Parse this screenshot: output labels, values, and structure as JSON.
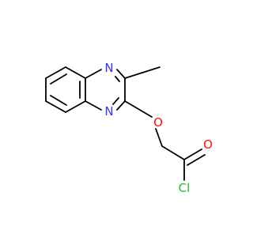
{
  "molecule": {
    "colors": {
      "bond": "#000000",
      "N": "#3333ff",
      "O": "#ff0d0d",
      "Cl": "#1fc01f"
    },
    "atoms": [
      {
        "id": "N1",
        "label": "N"
      },
      {
        "id": "N4",
        "label": "N"
      },
      {
        "id": "O",
        "label": "O"
      },
      {
        "id": "O2",
        "label": "O"
      },
      {
        "id": "Cl",
        "label": "Cl"
      }
    ]
  }
}
